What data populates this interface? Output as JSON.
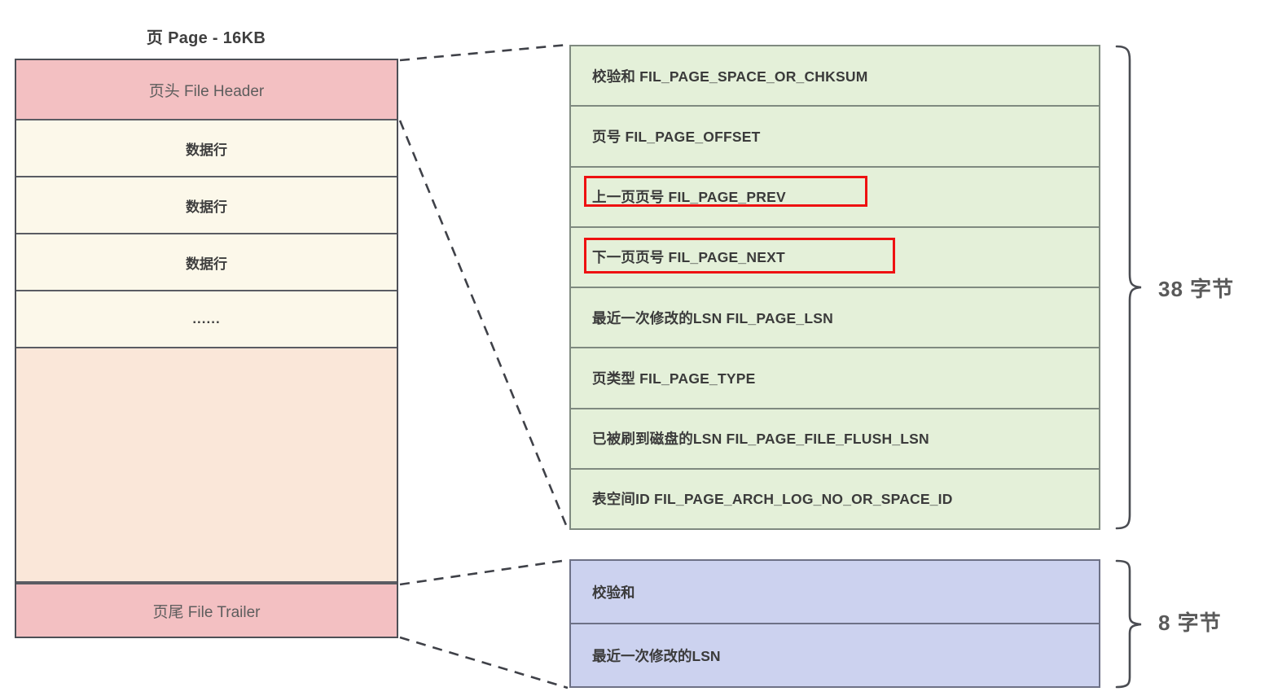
{
  "page": {
    "title": "页 Page - 16KB",
    "rows": [
      {
        "name": "file-header",
        "label": "页头 File Header",
        "type": "header"
      },
      {
        "name": "data-row-1",
        "label": "数据行",
        "type": "data"
      },
      {
        "name": "data-row-2",
        "label": "数据行",
        "type": "data"
      },
      {
        "name": "data-row-3",
        "label": "数据行",
        "type": "data"
      },
      {
        "name": "data-row-more",
        "label": "......",
        "type": "dots"
      },
      {
        "name": "free-space",
        "label": "",
        "type": "free"
      },
      {
        "name": "file-trailer",
        "label": "页尾 File Trailer",
        "type": "trailer"
      }
    ]
  },
  "file_header_detail": {
    "fields": [
      {
        "name": "checksum",
        "label": "校验和  FIL_PAGE_SPACE_OR_CHKSUM",
        "highlighted": false
      },
      {
        "name": "page-offset",
        "label": "页号  FIL_PAGE_OFFSET",
        "highlighted": false
      },
      {
        "name": "page-prev",
        "label": "上一页页号  FIL_PAGE_PREV",
        "highlighted": true
      },
      {
        "name": "page-next",
        "label": "下一页页号  FIL_PAGE_NEXT",
        "highlighted": true
      },
      {
        "name": "page-lsn",
        "label": "最近一次修改的LSN  FIL_PAGE_LSN",
        "highlighted": false
      },
      {
        "name": "page-type",
        "label": "页类型  FIL_PAGE_TYPE",
        "highlighted": false
      },
      {
        "name": "file-flush-lsn",
        "label": "已被刷到磁盘的LSN  FIL_PAGE_FILE_FLUSH_LSN",
        "highlighted": false
      },
      {
        "name": "space-id",
        "label": "表空间ID  FIL_PAGE_ARCH_LOG_NO_OR_SPACE_ID",
        "highlighted": false
      }
    ],
    "size_label": "38 字节"
  },
  "file_trailer_detail": {
    "fields": [
      {
        "name": "checksum",
        "label": "校验和"
      },
      {
        "name": "last-modified-lsn",
        "label": "最近一次修改的LSN"
      }
    ],
    "size_label": "8 字节"
  },
  "colors": {
    "header_fill": "#F3C0C2",
    "data_fill": "#FCF8EA",
    "free_fill": "#FAE7D9",
    "green_fill": "#E4F0D9",
    "blue_fill": "#CCD2EF",
    "highlight_stroke": "#EE1111",
    "outline": "#4D4F56",
    "text": "#3B3B3B"
  }
}
